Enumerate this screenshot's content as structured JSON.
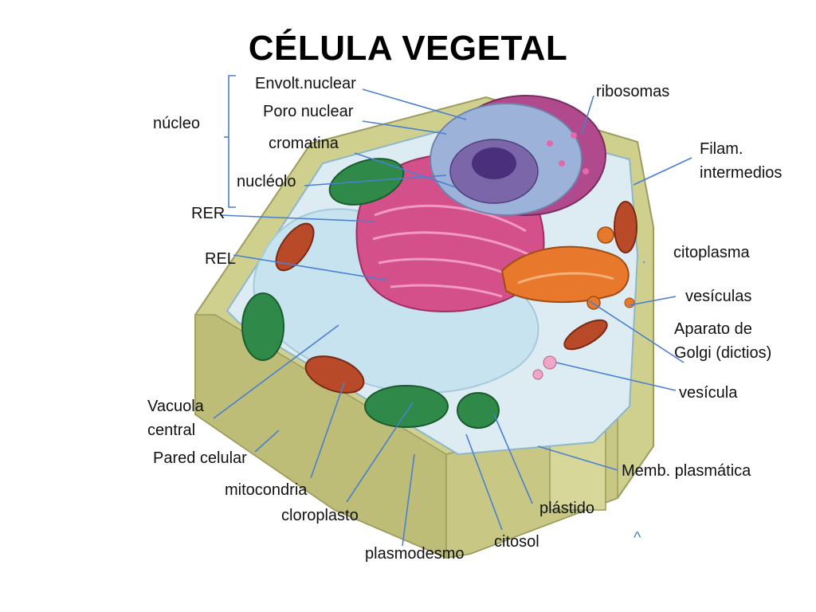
{
  "title": "CÉLULA VEGETAL",
  "group_label": "núcleo",
  "labels": {
    "envolt_nuclear": "Envolt.nuclear",
    "poro_nuclear": "Poro nuclear",
    "cromatina": "cromatina",
    "nucleolo": "nucléolo",
    "rer": "RER",
    "rel": "REL",
    "vacuola_line1": "Vacuola",
    "vacuola_line2": "central",
    "pared_celular": "Pared celular",
    "mitocondria": "mitocondria",
    "cloroplasto": "cloroplasto",
    "plasmodesmo": "plasmodesmo",
    "citosol": "citosol",
    "plastido": "plástido",
    "memb_plasmatica": "Memb. plasmática",
    "vesicula": "vesícula",
    "golgi_line1": "Aparato de",
    "golgi_line2": "Golgi (dictios)",
    "vesiculas": "vesículas",
    "citoplasma": "citoplasma",
    "filam_line1": "Filam.",
    "filam_line2": "intermedios",
    "ribosomas": "ribosomas",
    "caret": "^"
  },
  "colors": {
    "leader": "#4a7fd0",
    "cell_wall": "#cfcf8e",
    "cytoplasm": "#dcecf2",
    "vacuole": "#c6e3ef",
    "nucleus": "#8a7bb8",
    "rer": "#d4508a",
    "golgi": "#e8792c",
    "chloroplast": "#2f8a4a",
    "mitochondria": "#b84a2a"
  }
}
